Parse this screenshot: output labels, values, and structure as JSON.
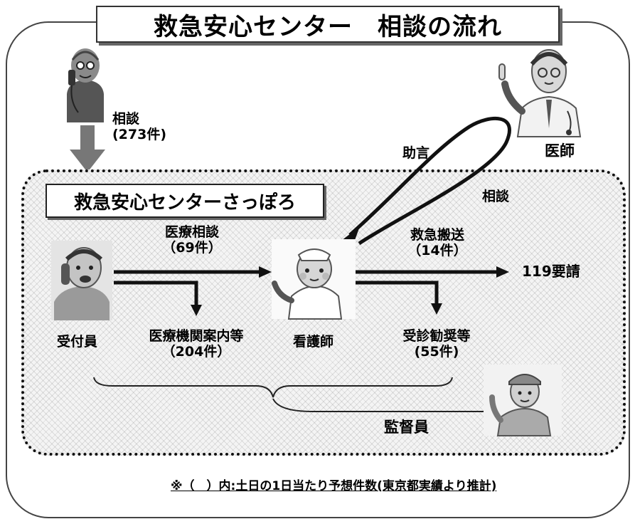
{
  "title": "救急安心センター　相談の流れ",
  "center_name": "救急安心センターさっぽろ",
  "caller": {
    "label_line1": "相談",
    "label_line2": "(273件)"
  },
  "doctor": {
    "label": "医師",
    "advice_label": "助言",
    "consult_label": "相談"
  },
  "receptionist": {
    "label": "受付員"
  },
  "nurse": {
    "label": "看護師"
  },
  "supervisor": {
    "label": "監督員"
  },
  "flows": {
    "medical_consult": {
      "line1": "医療相談",
      "line2": "（69件）"
    },
    "facility_guide": {
      "line1": "医療機関案内等",
      "line2": "（204件）"
    },
    "emergency_transport": {
      "line1": "救急搬送",
      "line2": "（14件）"
    },
    "call_119": "119要請",
    "recommend_visit": {
      "line1": "受診勧奨等",
      "line2": "(55件)"
    }
  },
  "footnote": "※（　）内:土日の1日当たり予想件数(東京都実績より推計)",
  "colors": {
    "arrow_gray": "#777777",
    "frame": "#444444",
    "dotted_border": "#111111"
  }
}
